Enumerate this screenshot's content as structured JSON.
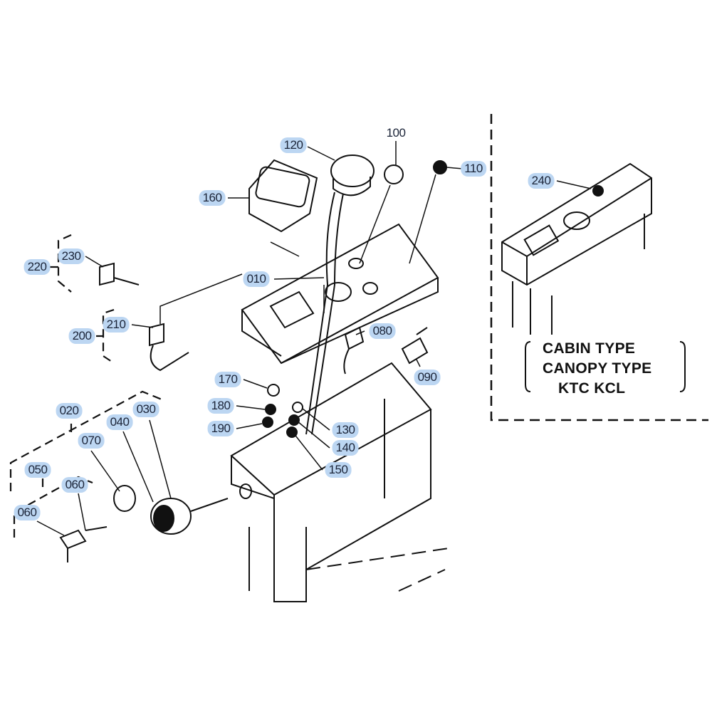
{
  "callouts": [
    {
      "id": "100",
      "highlighted": false
    },
    {
      "id": "120",
      "highlighted": true
    },
    {
      "id": "110",
      "highlighted": true
    },
    {
      "id": "160",
      "highlighted": true
    },
    {
      "id": "240",
      "highlighted": true
    },
    {
      "id": "230",
      "highlighted": true
    },
    {
      "id": "220",
      "highlighted": true
    },
    {
      "id": "010",
      "highlighted": true
    },
    {
      "id": "210",
      "highlighted": true
    },
    {
      "id": "200",
      "highlighted": true
    },
    {
      "id": "080",
      "highlighted": true
    },
    {
      "id": "090",
      "highlighted": true
    },
    {
      "id": "170",
      "highlighted": true
    },
    {
      "id": "180",
      "highlighted": true
    },
    {
      "id": "190",
      "highlighted": true
    },
    {
      "id": "130",
      "highlighted": true
    },
    {
      "id": "140",
      "highlighted": true
    },
    {
      "id": "150",
      "highlighted": true
    },
    {
      "id": "020",
      "highlighted": true
    },
    {
      "id": "030",
      "highlighted": true
    },
    {
      "id": "040",
      "highlighted": true
    },
    {
      "id": "070",
      "highlighted": true
    },
    {
      "id": "050",
      "highlighted": true
    },
    {
      "id": "060",
      "highlighted": true
    },
    {
      "id": "060",
      "highlighted": true
    }
  ],
  "note": {
    "line1": "CABIN TYPE",
    "line2": "CANOPY TYPE",
    "line3": "KTC KCL"
  },
  "colors": {
    "highlight": "#bcd6f2",
    "ink": "#111111"
  }
}
